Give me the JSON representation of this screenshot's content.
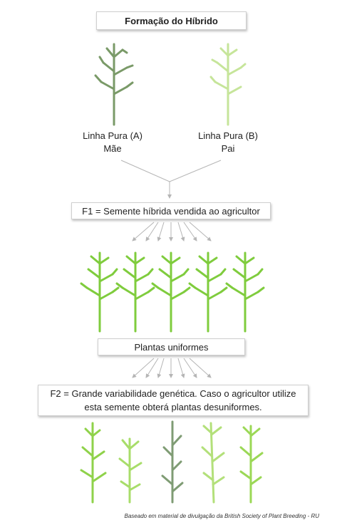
{
  "title": "Formação do Híbrido",
  "parent_a": {
    "line": "Linha Pura (A)",
    "role": "Mãe"
  },
  "parent_b": {
    "line": "Linha Pura (B)",
    "role": "Pai"
  },
  "f1": "F1 = Semente híbrida vendida ao agricultor",
  "uniform": "Plantas uniformes",
  "f2": {
    "line1": "F2 = Grande variabilidade genética. Caso o agricultor utilize",
    "line2": "esta semente obterá plantas desuniformes."
  },
  "credit": "Baseado em material de divulgação da British Society of Plant Breeding - RU",
  "colors": {
    "mother": "#7a9a68",
    "father": "#c6e59a",
    "f1": "#7fcc3d",
    "arrow": "#b5b5b5"
  }
}
